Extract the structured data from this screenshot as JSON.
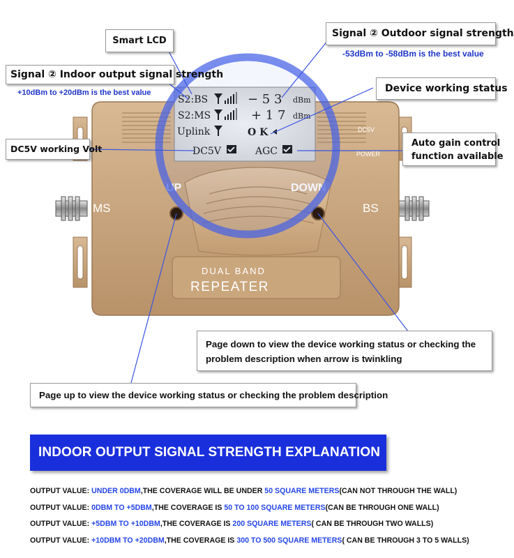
{
  "callouts": {
    "smart_lcd": "Smart LCD",
    "outdoor_signal": "Signal ② Outdoor signal strength",
    "outdoor_best": "-53dBm to -58dBm is the best value",
    "indoor_signal": "Signal ② Indoor output signal strength",
    "indoor_best": "+10dBm to +20dBm is the best value",
    "device_status": "Device working status",
    "dc5v_volt": "DC5V working Volt",
    "agc_line1": "Auto gain control",
    "agc_line2": "function available",
    "page_down_line1": "Page down to view the device working status or checking  the",
    "page_down_line2": "problem description when arrow is twinkling",
    "page_up": "Page up to view the device working status or checking the problem description"
  },
  "lcd": {
    "row1_label": "S2:BS",
    "row1_value": "− 5 3",
    "row1_unit": "dBm",
    "row2_label": "S2:MS",
    "row2_value": "+ 1 7",
    "row2_unit": "dBm",
    "row3_label": "Uplink",
    "row3_value": "O K",
    "dc5v_label": "DC5V",
    "agc_label": "AGC"
  },
  "device": {
    "up_label": "UP",
    "down_label": "DOWN",
    "ms_label": "MS",
    "bs_label": "BS",
    "dc5v_side": "DC5V",
    "power_side": "POWER",
    "plate_line1": "DUAL BAND",
    "plate_line2": "REPEATER"
  },
  "explanation": {
    "title": "INDOOR OUTPUT SIGNAL STRENGTH EXPLANATION",
    "rows": [
      {
        "p1": "OUTPUT VALUE: ",
        "p2": "UNDER 0DBM",
        "p3": ",THE COVERAGE WILL BE UNDER ",
        "p4": "50 SQUARE METERS",
        "p5": "(CAN NOT THROUGH THE WALL)"
      },
      {
        "p1": "OUTPUT VALUE: ",
        "p2": "0DBM TO +5DBM",
        "p3": ",THE COVERAGE IS ",
        "p4": "50 TO 100 SQUARE METERS",
        "p5": "(CAN BE THROUGH ONE WALL)"
      },
      {
        "p1": "OUTPUT VALUE: ",
        "p2": "+5DBM TO +10DBM",
        "p3": ",THE COVERAGE IS ",
        "p4": "200 SQUARE METERS",
        "p5": "( CAN BE THROUGH TWO WALLS)"
      },
      {
        "p1": "OUTPUT VALUE: ",
        "p2": "+10DBM TO +20DBM",
        "p3": ",THE COVERAGE IS ",
        "p4": "300 TO 500 SQUARE METERS",
        "p5": "( CAN BE THROUGH 3 TO 5 WALLS)"
      }
    ]
  },
  "colors": {
    "accent_blue": "#1a2fdc",
    "highlight_blue": "#2546e8",
    "device_gold": "#c9a77f"
  }
}
